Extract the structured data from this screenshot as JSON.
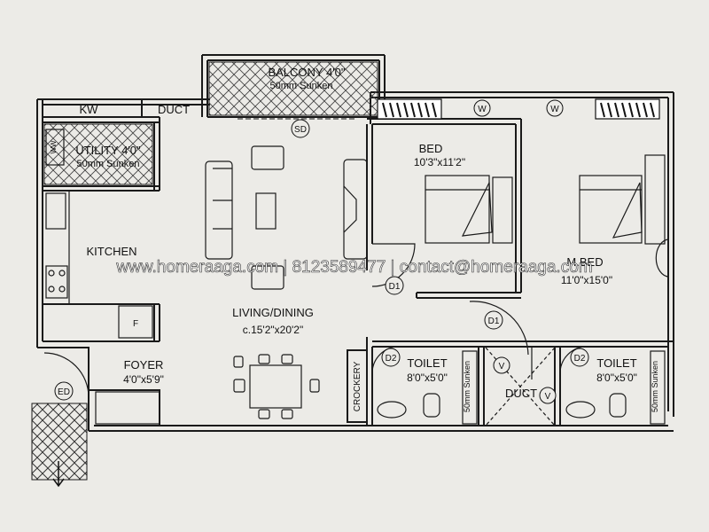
{
  "rooms": {
    "balcony": {
      "name": "BALCONY 4'0\"",
      "note": "50mm Sunken"
    },
    "kw": "KW",
    "duct_top": "DUCT",
    "utility": {
      "name": "UTILITY 4'0\"",
      "note": "50mm Sunken"
    },
    "kitchen": "KITCHEN",
    "living": {
      "name": "LIVING/DINING",
      "size": "c.15'2\"x20'2\""
    },
    "foyer": {
      "name": "FOYER",
      "size": "4'0\"x5'9\""
    },
    "bed1": {
      "name": "BED",
      "size": "10'3\"x11'2\""
    },
    "bed2": {
      "name": "M.BED",
      "size": "11'0\"x15'0\""
    },
    "toilet1": {
      "name": "TOILET",
      "size": "8'0\"x5'0\"",
      "note": "50mm Sunken"
    },
    "toilet2": {
      "name": "TOILET",
      "size": "8'0\"x5'0\"",
      "note": "50mm Sunken"
    },
    "duct_mid": "DUCT",
    "crockery": "CROCKERY"
  },
  "tags": {
    "sd": "SD",
    "ed": "ED",
    "d1_bed": "D1",
    "d1_corr": "D1",
    "d2_t1": "D2",
    "d2_t2": "D2",
    "w1": "W",
    "w2": "W",
    "v1": "V",
    "v2": "V",
    "ww": "WW",
    "f": "F"
  },
  "watermark": "www.homeraaga.com | 8123589477 | contact@homeraaga.com",
  "colors": {
    "paper": "#ecebe7",
    "ink": "#1a1a1a",
    "watermark": "#ffffff"
  }
}
